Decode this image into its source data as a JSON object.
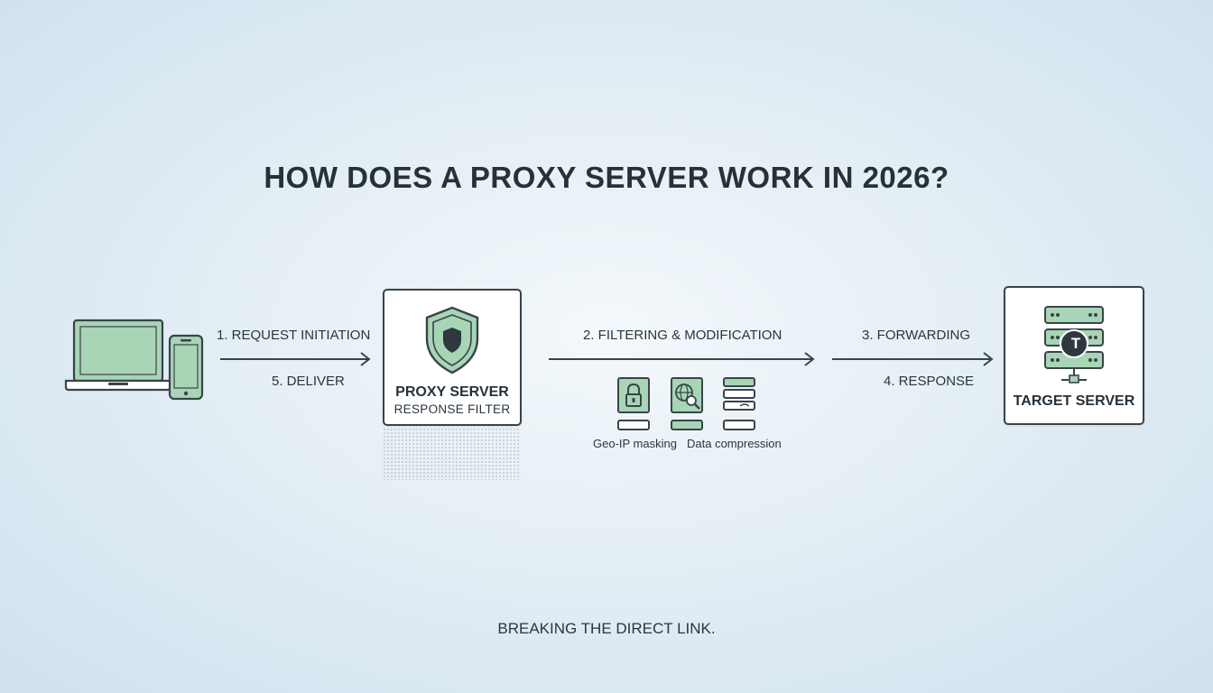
{
  "title": "HOW DOES A PROXY SERVER WORK IN 2026?",
  "flow": {
    "step1": "1. REQUEST INITIATION",
    "step5": "5. DELIVER",
    "step2": "2. FILTERING & MODIFICATION",
    "step3": "3. FORWARDING",
    "step4": "4. RESPONSE"
  },
  "proxy": {
    "title": "PROXY SERVER",
    "subtitle": "RESPONSE FILTER"
  },
  "features": {
    "geo_ip": "Geo-IP masking",
    "compression": "Data compression"
  },
  "target": {
    "title": "TARGET SERVER",
    "badge": "T"
  },
  "footer": "BREAKING THE DIRECT LINK.",
  "colors": {
    "accent_green": "#a8d5b5",
    "stroke": "#3a434b",
    "badge_bg": "#2f373f"
  },
  "icons": [
    "laptop-icon",
    "phone-icon",
    "shield-icon",
    "lock-icon",
    "globe-search-icon",
    "compression-icon",
    "server-stack-icon"
  ]
}
